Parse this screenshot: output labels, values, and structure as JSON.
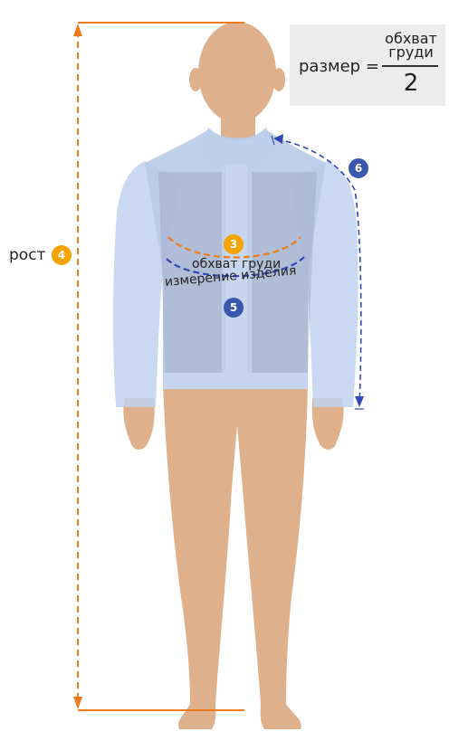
{
  "formula": {
    "lhs": "размер =",
    "numerator_line1": "обхват",
    "numerator_line2": "груди",
    "denominator": "2"
  },
  "labels": {
    "height": "рост",
    "chest": "обхват груди",
    "garment": "измерение изделия"
  },
  "badges": {
    "chest": "3",
    "height": "4",
    "garment": "5",
    "sleeve": "6"
  },
  "colors": {
    "orange": "#f07a1a",
    "blue": "#3048b8",
    "skin": "#deb08c",
    "jacket": "#b8cdea"
  }
}
